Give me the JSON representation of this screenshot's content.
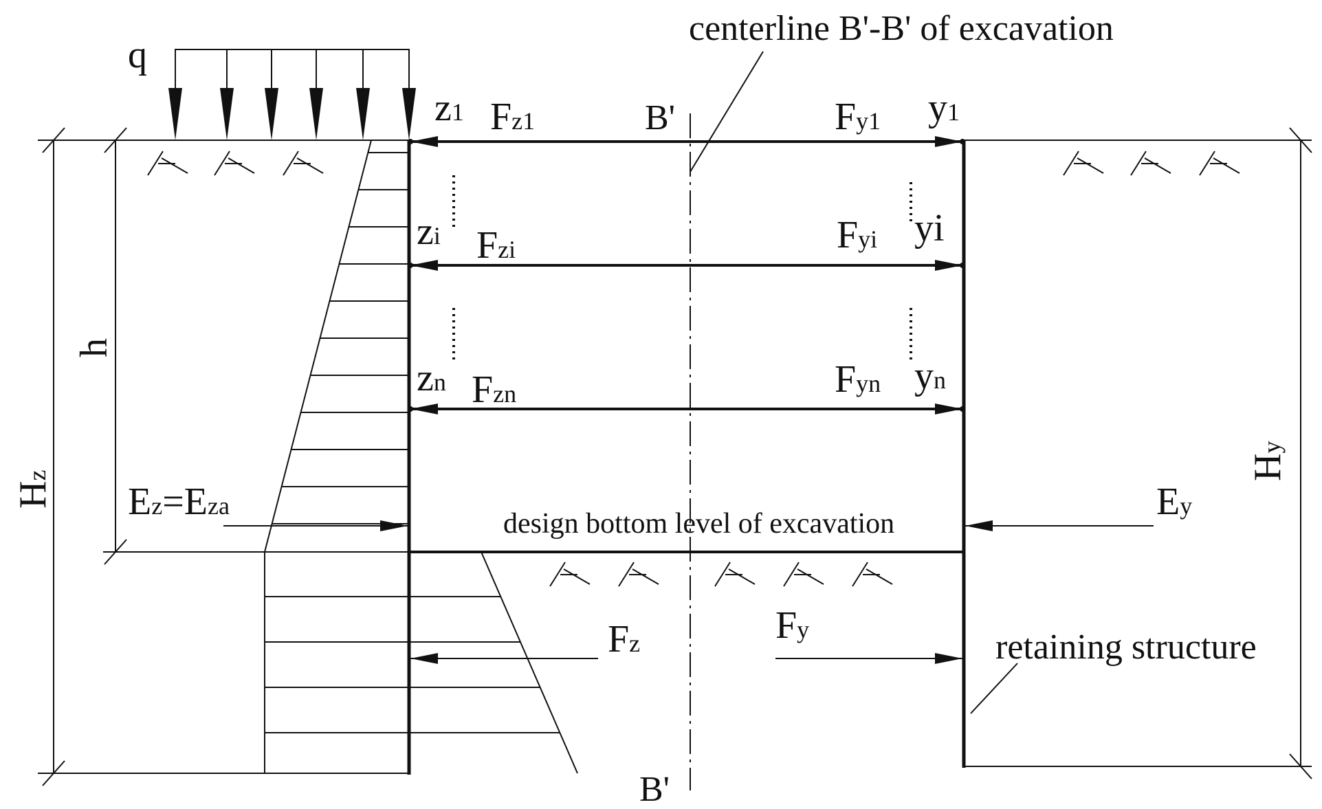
{
  "diagram": {
    "labels": {
      "q": "q",
      "centerline": "centerline B'-B' of excavation",
      "b_prime_top": "B'",
      "b_prime_bottom": "B'",
      "z1_base": "z",
      "z1_sub": "1",
      "fz1_base": "F",
      "fz1_sub": "z1",
      "fy1_base": "F",
      "fy1_sub": "y1",
      "y1_base": "y",
      "y1_sub": "1",
      "zi_base": "z",
      "zi_sub": "i",
      "fzi_base": "F",
      "fzi_sub": "zi",
      "fyi_base": "F",
      "fyi_sub": "yi",
      "yi_base": "yi",
      "zn_base": "z",
      "zn_sub": "n",
      "fzn_base": "F",
      "fzn_sub": "zn",
      "fyn_base": "F",
      "fyn_sub": "yn",
      "yn_base": "y",
      "yn_sub": "n",
      "h": "h",
      "hz_base": "H",
      "hz_sub": "z",
      "hy_base": "H",
      "hy_sub": "y",
      "ez_base": "E",
      "ez_sub": "z",
      "ez_eq": "=E",
      "ez_sub2": "za",
      "ey_base": "E",
      "ey_sub": "y",
      "design_bottom": "design bottom level of excavation",
      "fz_base": "F",
      "fz_sub": "z",
      "fy_base": "F",
      "fy_sub": "y",
      "retaining": "retaining structure"
    }
  }
}
